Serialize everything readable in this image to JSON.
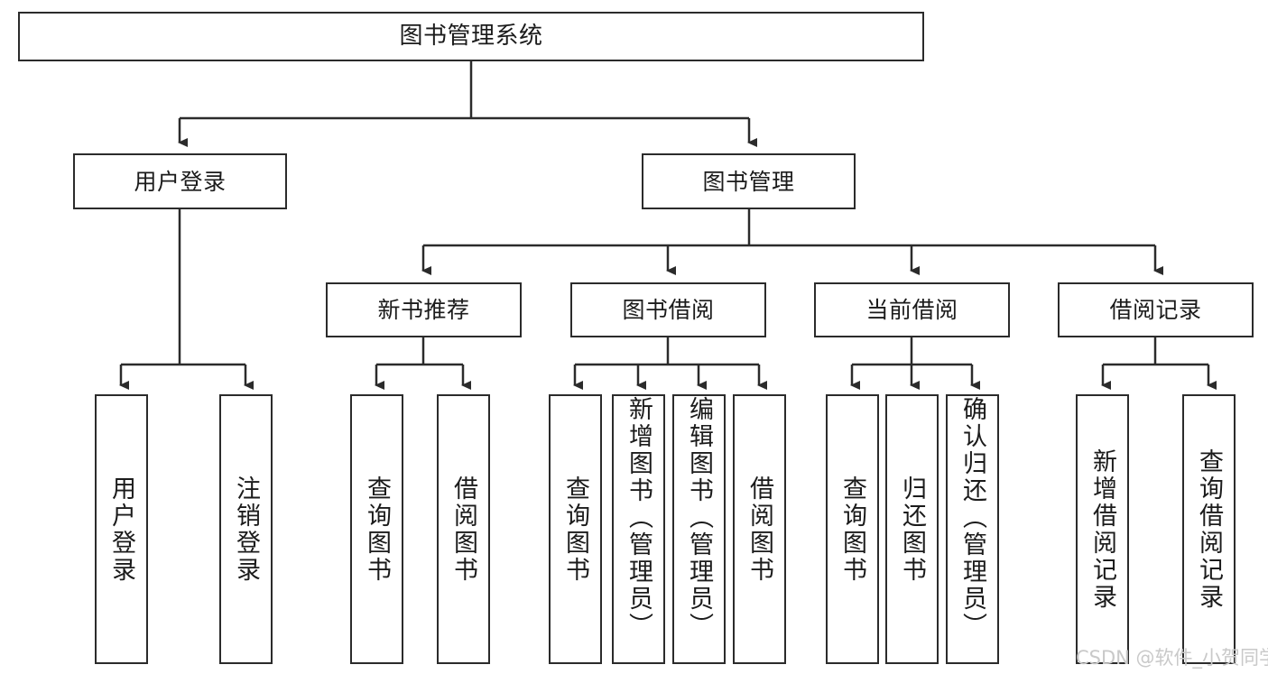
{
  "diagram": {
    "title": "图书管理系统",
    "type": "tree",
    "watermark": "CSDN @软件_小贺同学",
    "colors": {
      "border": "#2b2b2b",
      "background": "#ffffff",
      "text": "#1b1b1b",
      "watermark": "#c9c9c9"
    },
    "levels": {
      "root": {
        "label": "图书管理系统"
      },
      "level2": [
        {
          "id": "user-login",
          "label": "用户登录"
        },
        {
          "id": "book-manage",
          "label": "图书管理"
        }
      ],
      "level3": [
        {
          "id": "new-book-rec",
          "label": "新书推荐"
        },
        {
          "id": "book-borrow",
          "label": "图书借阅"
        },
        {
          "id": "current-borrow",
          "label": "当前借阅"
        },
        {
          "id": "borrow-record",
          "label": "借阅记录"
        }
      ],
      "level4": [
        {
          "id": "leaf-user-login",
          "label": "用户登录",
          "parent": "user-login"
        },
        {
          "id": "leaf-logout-login",
          "label": "注销登录",
          "parent": "user-login"
        },
        {
          "id": "leaf-query-book-1",
          "label": "查询图书",
          "parent": "new-book-rec"
        },
        {
          "id": "leaf-borrow-book-1",
          "label": "借阅图书",
          "parent": "new-book-rec"
        },
        {
          "id": "leaf-query-book-2",
          "label": "查询图书",
          "parent": "book-borrow"
        },
        {
          "id": "leaf-add-book",
          "label": "新增图书（管理员）",
          "parent": "book-borrow"
        },
        {
          "id": "leaf-edit-book",
          "label": "编辑图书（管理员）",
          "parent": "book-borrow"
        },
        {
          "id": "leaf-borrow-book-2",
          "label": "借阅图书",
          "parent": "book-borrow"
        },
        {
          "id": "leaf-query-book-3",
          "label": "查询图书",
          "parent": "current-borrow"
        },
        {
          "id": "leaf-return-book",
          "label": "归还图书",
          "parent": "current-borrow"
        },
        {
          "id": "leaf-confirm-return",
          "label": "确认归还（管理员）",
          "parent": "current-borrow"
        },
        {
          "id": "leaf-add-record",
          "label": "新增借阅记录",
          "parent": "borrow-record"
        },
        {
          "id": "leaf-query-record",
          "label": "查询借阅记录",
          "parent": "borrow-record"
        }
      ]
    }
  }
}
